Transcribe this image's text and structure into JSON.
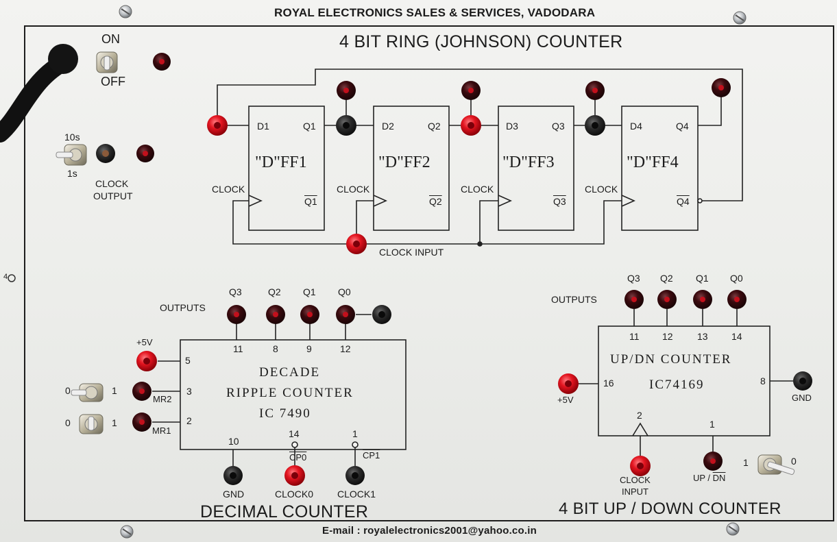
{
  "header": {
    "company": "ROYAL ELECTRONICS SALES & SERVICES, VADODARA",
    "email": "E-mail : royalelectronics2001@yahoo.co.in"
  },
  "colors": {
    "panel": "#eeeeec",
    "line": "#222222",
    "red_socket": "#e4141f",
    "dark_socket": "#2a2a2a",
    "maroon_socket": "#5a0a10"
  },
  "power": {
    "on": "ON",
    "off": "OFF"
  },
  "clock_source": {
    "fast": "10s",
    "slow": "1s",
    "label_line1": "CLOCK",
    "label_line2": "OUTPUT"
  },
  "ring": {
    "title": "4 BIT  RING (JOHNSON) COUNTER",
    "flipflops": [
      {
        "name": "\"D\"FF1",
        "d": "D1",
        "q": "Q1",
        "qbar": "Q1",
        "clock": "CLOCK"
      },
      {
        "name": "\"D\"FF2",
        "d": "D2",
        "q": "Q2",
        "qbar": "Q2",
        "clock": "CLOCK"
      },
      {
        "name": "\"D\"FF3",
        "d": "D3",
        "q": "Q3",
        "qbar": "Q3",
        "clock": "CLOCK"
      },
      {
        "name": "\"D\"FF4",
        "d": "D4",
        "q": "Q4",
        "qbar": "Q4",
        "clock": "CLOCK"
      }
    ],
    "clock_input": "CLOCK INPUT"
  },
  "decimal": {
    "title": "DECIMAL COUNTER",
    "outputs_label": "OUTPUTS",
    "outputs": [
      "Q3",
      "Q2",
      "Q1",
      "Q0"
    ],
    "top_pins": [
      "11",
      "8",
      "9",
      "12"
    ],
    "ic_lines": [
      "DECADE",
      "RIPPLE  COUNTER",
      "IC  7490"
    ],
    "vcc": "+5V",
    "vcc_pin": "5",
    "mr2": {
      "pin": "3",
      "label": "MR2",
      "zero": "0",
      "one": "1"
    },
    "mr1": {
      "pin": "2",
      "label": "MR1",
      "zero": "0",
      "one": "1"
    },
    "bottom_pins": [
      "10",
      "14",
      "1"
    ],
    "cp0": "CP0",
    "cp1": "CP1",
    "sockets": [
      "GND",
      "CLOCK0",
      "CLOCK1"
    ]
  },
  "updown": {
    "title": "4 BIT UP / DOWN COUNTER",
    "outputs_label": "OUTPUTS",
    "outputs": [
      "Q3",
      "Q2",
      "Q1",
      "Q0"
    ],
    "top_pins": [
      "11",
      "12",
      "13",
      "14"
    ],
    "ic_lines": [
      "UP/DN  COUNTER",
      "IC74169"
    ],
    "vcc": "+5V",
    "vcc_pin": "16",
    "gnd_pin": "8",
    "gnd": "GND",
    "clock_pin": "2",
    "updn_pin": "1",
    "clock_line1": "CLOCK",
    "clock_line2": "INPUT",
    "updn_prefix": "UP / ",
    "updn_bar": "DN",
    "switch_one": "1",
    "switch_zero": "0"
  },
  "misc": {
    "side_mark": "4"
  }
}
